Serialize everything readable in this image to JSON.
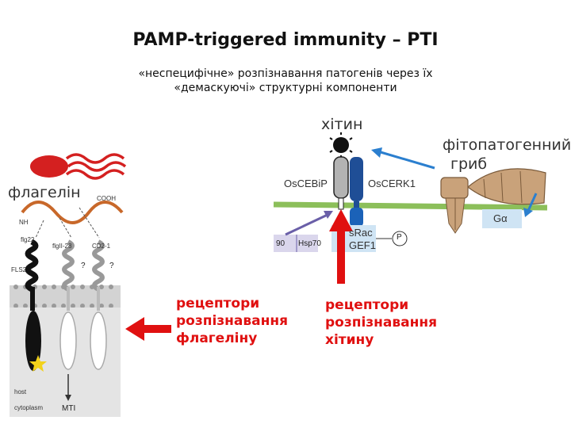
{
  "title": "PAMP-triggered immunity – PTI",
  "subtitle_line1": "«неспецифічне» розпізнавання патогенів через їх",
  "subtitle_line2": "«демаскуючі» структурні компоненти",
  "left_panel": {
    "flagellin": "флагелін",
    "cooh": "COOH",
    "nh2": "NH",
    "flg22": "flg22",
    "flgii28": "flgII-28",
    "cd21": "CD2-1",
    "fls2": "FLS2",
    "q1": "?",
    "q2": "?",
    "host": "host",
    "cytoplasm": "cytoplasm",
    "mti": "MTI"
  },
  "right_panel": {
    "chitin": "хітин",
    "pathogen_line1": "фітопатогенний",
    "pathogen_line2": "гриб",
    "oscebip": "OsCEBiP",
    "oscerk1": "OsCERK1",
    "g_alpha": "Gα",
    "osrac": "sRac",
    "gef1": "GEF1",
    "hsp90": "90",
    "hsp70": "Hsp70",
    "phos": "P"
  },
  "labels": {
    "flagellin_receptor_1": "рецептори",
    "flagellin_receptor_2": "розпізнавання",
    "flagellin_receptor_3": "флагеліну",
    "chitin_receptor_1": "рецептори",
    "chitin_receptor_2": "розпізнавання",
    "chitin_receptor_3": "хітину"
  },
  "colors": {
    "red_accent": "#e01010",
    "membrane_green": "#8cbf5a",
    "receptor_blue": "#1f4e96",
    "arrow_blue": "#2b7fcf",
    "fungus_tan": "#c9a27a",
    "flagellin_wave": "#c8682a"
  }
}
